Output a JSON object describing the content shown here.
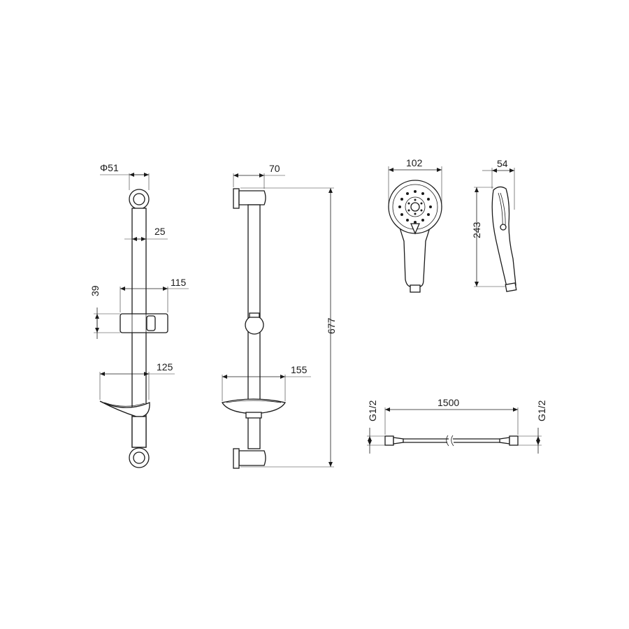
{
  "dimensions": {
    "rail_diameter": "Φ51",
    "rail_width": "25",
    "holder_width": "115",
    "holder_height": "39",
    "soap_dish_width": "125",
    "bracket_depth": "70",
    "rail_length": "677",
    "side_soap_dish_width": "155",
    "head_width": "102",
    "head_depth": "54",
    "head_length": "243",
    "hose_length": "1500",
    "hose_thread_left": "G1/2",
    "hose_thread_right": "G1/2"
  }
}
